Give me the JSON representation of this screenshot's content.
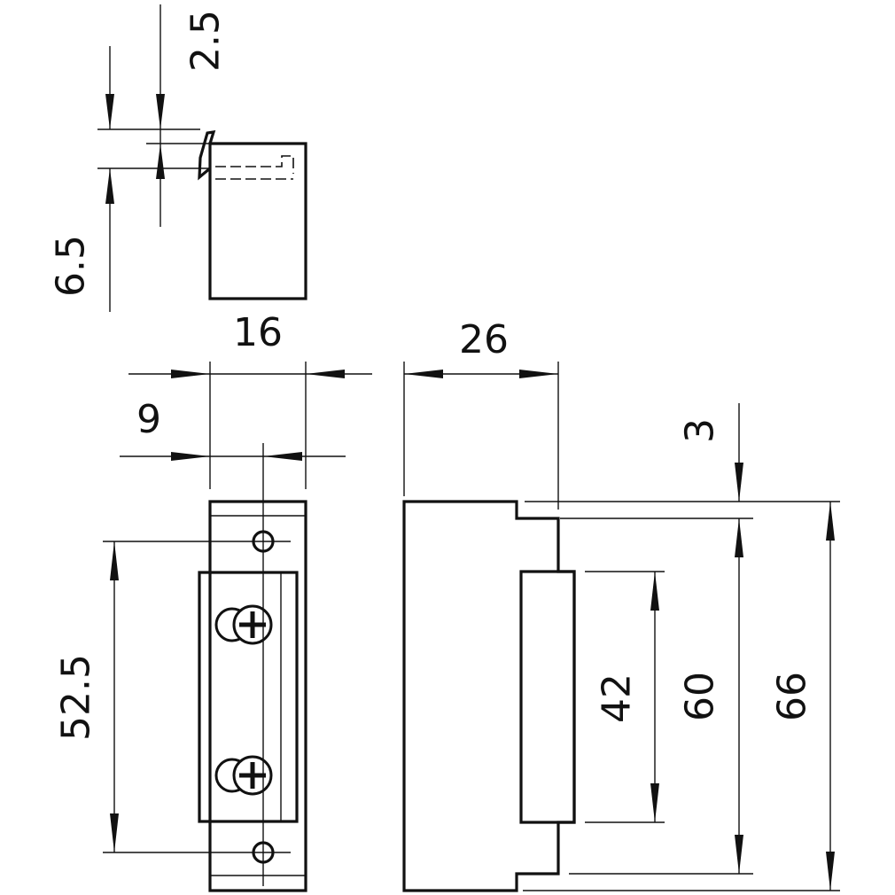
{
  "dimensions": {
    "top_2_5": "2.5",
    "top_6_5": "6.5",
    "front_16": "16",
    "front_9": "9",
    "front_52_5": "52.5",
    "side_26": "26",
    "side_3": "3",
    "side_42": "42",
    "side_60": "60",
    "side_66": "66"
  }
}
